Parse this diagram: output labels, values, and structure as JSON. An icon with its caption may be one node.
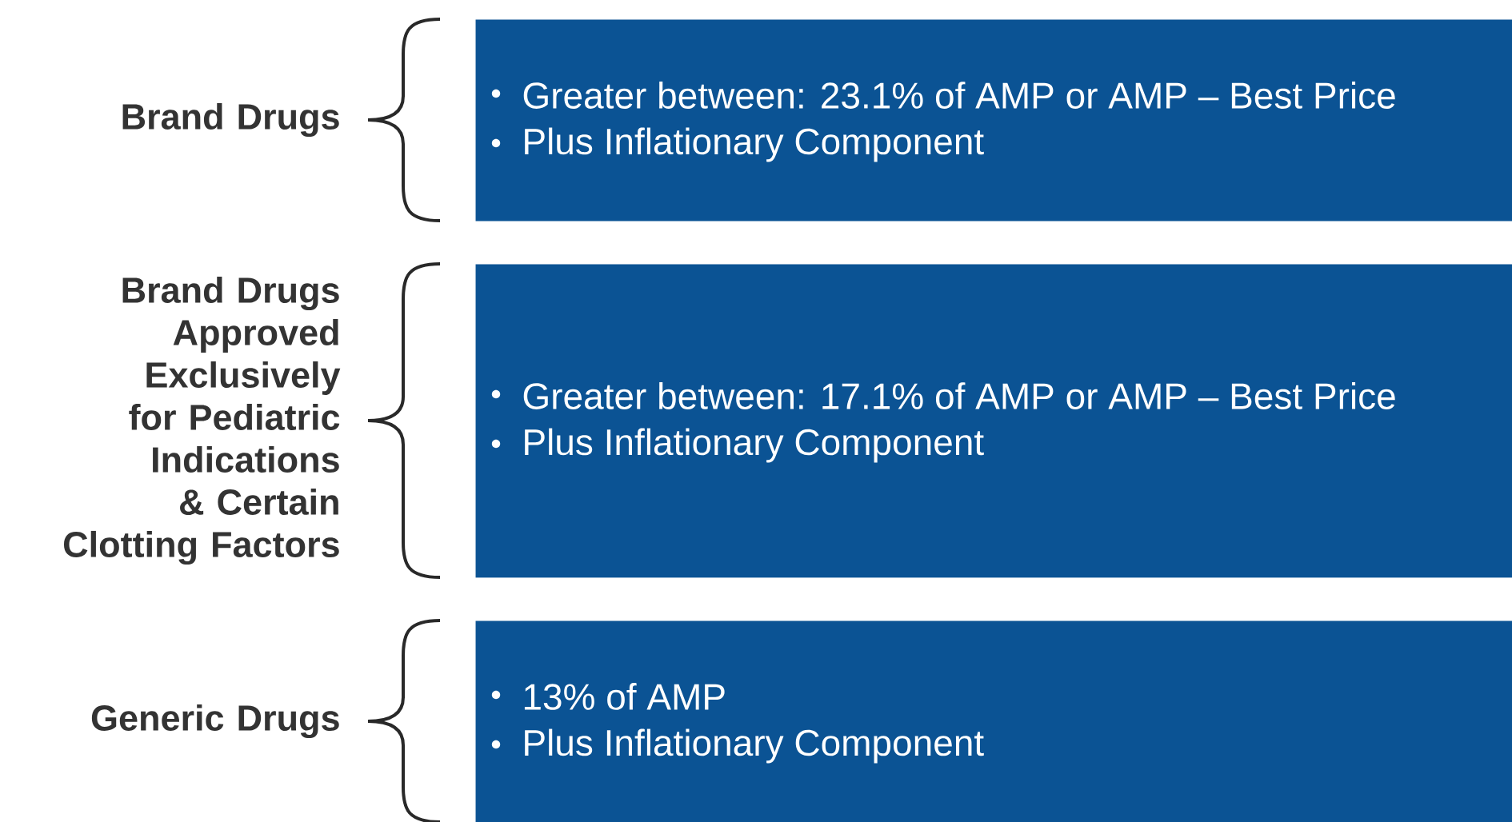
{
  "diagram": {
    "nodes": [
      {
        "text": [
          "Greater between: 23.1% of AMP or AMP – Best Price",
          "Plus Inflationary Component"
        ]
      },
      {
        "text": [
          "Greater between: 17.1% of AMP or AMP – Best Price",
          "Plus Inflationary Component"
        ]
      },
      {
        "text": [
          "13% of AMP",
          "Plus Inflationary Component"
        ]
      }
    ],
    "labels": [
      "Brand Drugs",
      "Brand Drugs Approved Exclusively for Pediatric Indications & Certain Clotting Factors",
      "Generic Drugs"
    ]
  }
}
